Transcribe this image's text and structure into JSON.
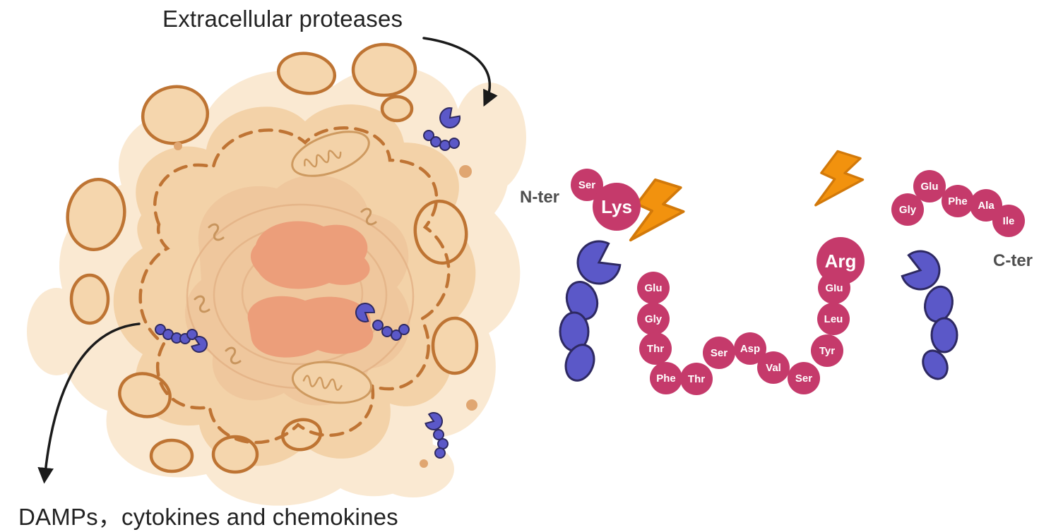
{
  "labels": {
    "extracellular_proteases": "Extracellular proteases",
    "damps_cytokines": "DAMPs，cytokines and chemokines",
    "n_terminus": "N-ter",
    "c_terminus": "C-ter"
  },
  "peptide": {
    "n_tail": [
      "Ser"
    ],
    "cleavage_residue_1": "Lys",
    "chain": [
      "Glu",
      "Gly",
      "Thr",
      "Phe",
      "Thr",
      "Ser",
      "Asp",
      "Val",
      "Ser",
      "Tyr",
      "Leu",
      "Glu"
    ],
    "cleavage_residue_2": "Arg",
    "c_tail": [
      "Gly",
      "Glu",
      "Phe",
      "Ala",
      "Ile"
    ]
  },
  "icons": {
    "protease": "pacman-protease-icon",
    "cleavage": "lightning-bolt-icon",
    "arrow": "curved-black-arrow"
  },
  "colors": {
    "residue_pink": "#C53A6B",
    "protease_blue": "#5B58C8",
    "protease_outline": "#2E2962",
    "bolt_orange": "#F2920E",
    "cell_body": "#F3D2A8",
    "cell_halo": "#FAE9D2",
    "inner_cytoplasm": "#EFC79D",
    "membrane_dash": "#BF7434",
    "nucleus": "#EC9E7A",
    "arrow_black": "#1B1B1B"
  }
}
